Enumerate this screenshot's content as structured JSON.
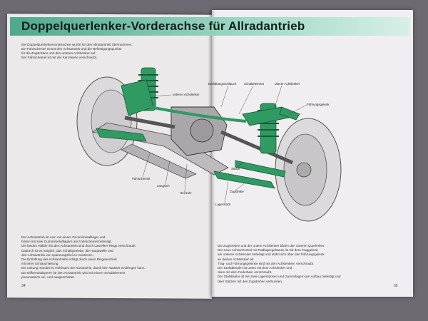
{
  "title": "Doppelquerlenker-Vorderachse für Allradantrieb",
  "intro_lines": [
    "Die Doppelquerlenkervorderachse wurde für den Allradantrieb übernommen.",
    "Ein Fahrschemel nimmt den Achsantrieb und die Befestigungspunkte",
    "für die Zugstreben und den unteren Achslenker auf.",
    "Der Fahrschemel ist mit der Karosserie verschraubt."
  ],
  "left_body_lines": [
    "Der Achsantrieb ist vorn mit einem Gummimetalllager und",
    "hinten mit zwei Gummimetalllagern am Fahrschemel befestigt.",
    "Die beiden Hälften für den Achsantrieb sind durch Lamellen-Rings verschraubt.",
    "Dadurch ist es möglich, das Schaltgetriebe, die Hauptwelle und",
    "den Achsantrieb von spannungsfrei zu montieren.",
    "Die Entlüftung des Achsantriebs erfolgt durch einen Ringanschluß",
    "mit einer Schlauchleitung.",
    "Die Leitung mündet im Hohlraum der Karosserie, damit kein Wasser eindringen kann.",
    "Die Differentialsperre für den Achsantrieb wird mit einem Schaltelement",
    "pneumatisch ein- und ausgeschaltet."
  ],
  "right_body_lines": [
    "Die Zugstreben und der untere Achslenker bilden den unteren Querlenker.",
    "Der neue Achsschenkel mit Radlagergehäuse ist mit dem Traggelenk",
    "am unteren Achslenker befestigt und stützt sich über das Führungsgelenk",
    "an deinen Achslenker ab.",
    "Trag- und Führungsgelenke sind mit den Achslenkern verschraubt.",
    "Der Stoßdämpfer ist unten mit dem Achslenker und",
    "oben mit dem Federbein verschraubt.",
    "Der Stabilisator ist mit zwei Lagerstücken und Gummilagern am Aufbau befestigt und",
    "über Stützen mit den Zugstreben verbunden."
  ],
  "page_numbers": {
    "left": "34",
    "right": "35"
  },
  "labels": {
    "unterer_achslenker": "unteren Achslenker",
    "fahrschemel": "Fahrschemel",
    "langslich": "Langslch",
    "heizrohr": "Heizrohr",
    "entlueftungsschlauch": "Entlüftungsschlauch",
    "schaltelement": "Schaltelement",
    "oberer_achslenker": "oberer Achslenker",
    "fuehrungsgelenk": "Führungsgelenk",
    "stuetze": "Stütze",
    "zugstrebe": "Zugstrebe",
    "lagerstueck": "Lagerstück"
  },
  "colors": {
    "accent": "#4fa88c",
    "highlight": "#2f9a62"
  }
}
